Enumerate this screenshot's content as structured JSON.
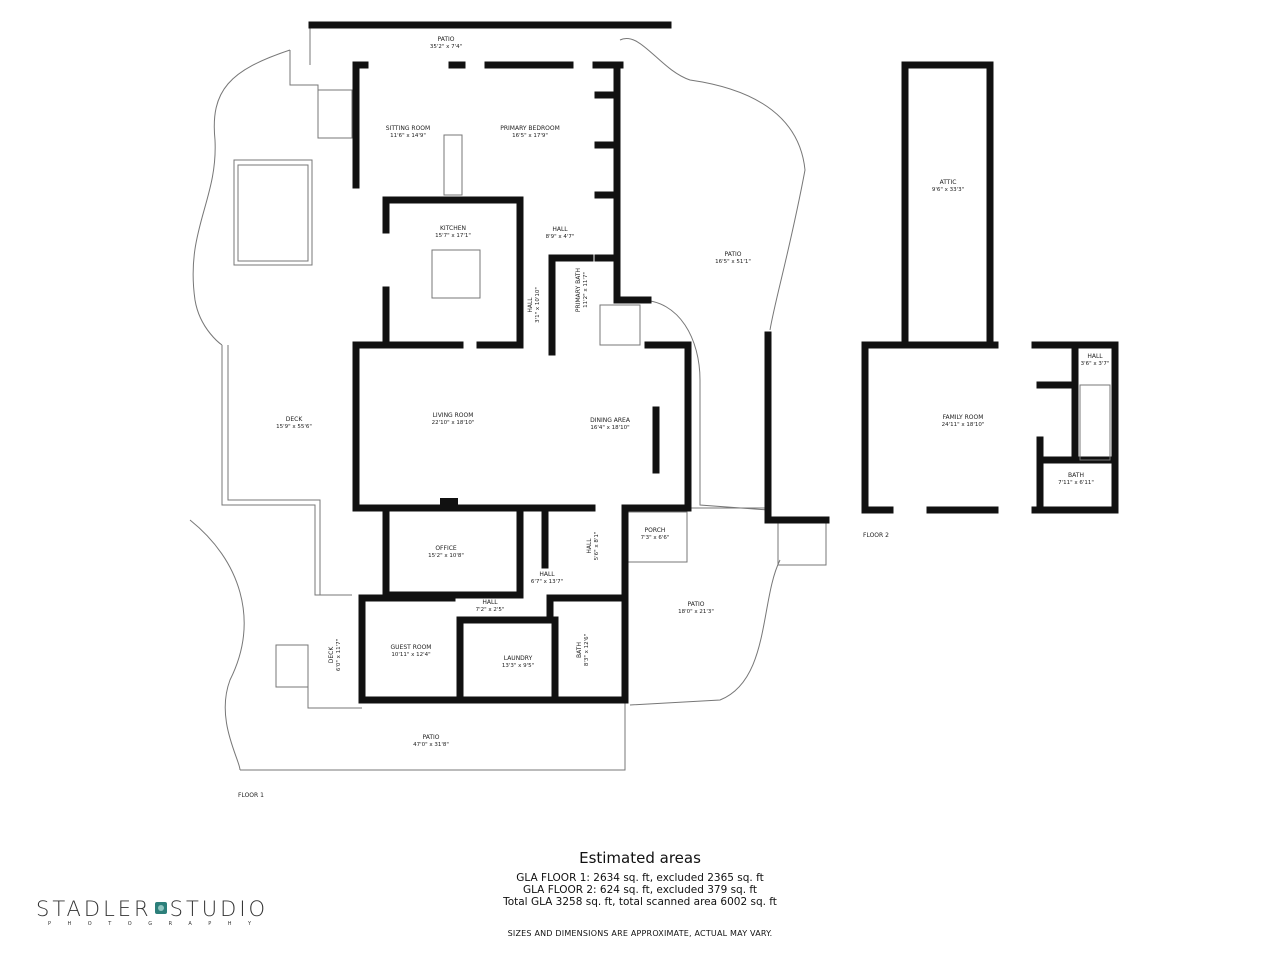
{
  "floor1": {
    "label": "FLOOR 1",
    "rooms": [
      {
        "name": "PATIO",
        "dims": "35'2\" x 7'4\""
      },
      {
        "name": "SITTING ROOM",
        "dims": "11'6\" x 14'9\""
      },
      {
        "name": "PRIMARY BEDROOM",
        "dims": "16'5\" x 17'9\""
      },
      {
        "name": "KITCHEN",
        "dims": "15'7\" x 17'1\""
      },
      {
        "name": "HALL",
        "dims": "8'9\" x 4'7\""
      },
      {
        "name": "HALL",
        "dims": "3'1\" x 10'10\""
      },
      {
        "name": "PRIMARY BATH",
        "dims": "11'2\" x 11'7\""
      },
      {
        "name": "PATIO",
        "dims": "16'5\" x 51'1\""
      },
      {
        "name": "DECK",
        "dims": "15'9\" x 55'6\""
      },
      {
        "name": "LIVING ROOM",
        "dims": "22'10\" x 18'10\""
      },
      {
        "name": "DINING AREA",
        "dims": "16'4\" x 18'10\""
      },
      {
        "name": "OFFICE",
        "dims": "15'2\" x 10'8\""
      },
      {
        "name": "HALL",
        "dims": "5'6\" x 8'1\""
      },
      {
        "name": "PORCH",
        "dims": "7'3\" x 6'6\""
      },
      {
        "name": "HALL",
        "dims": "6'7\" x 13'7\""
      },
      {
        "name": "HALL",
        "dims": "7'2\" x 2'5\""
      },
      {
        "name": "PATIO",
        "dims": "18'0\" x 21'3\""
      },
      {
        "name": "GUEST ROOM",
        "dims": "10'11\" x 12'4\""
      },
      {
        "name": "LAUNDRY",
        "dims": "13'3\" x 9'5\""
      },
      {
        "name": "BATH",
        "dims": "8'3\" x 12'6\""
      },
      {
        "name": "DECK",
        "dims": "6'0\" x 11'7\""
      },
      {
        "name": "PATIO",
        "dims": "47'0\" x 31'8\""
      }
    ]
  },
  "floor2": {
    "label": "FLOOR 2",
    "rooms": [
      {
        "name": "ATTIC",
        "dims": "9'6\" x 33'3\""
      },
      {
        "name": "HALL",
        "dims": "3'6\" x 3'7\""
      },
      {
        "name": "FAMILY ROOM",
        "dims": "24'11\" x 18'10\""
      },
      {
        "name": "BATH",
        "dims": "7'11\" x 6'11\""
      }
    ]
  },
  "summary": {
    "title": "Estimated areas",
    "lines": [
      "GLA FLOOR 1: 2634 sq. ft, excluded 2365 sq. ft",
      "GLA FLOOR 2: 624 sq. ft, excluded 379 sq. ft",
      "Total GLA 3258 sq. ft, total scanned area 6002 sq. ft"
    ],
    "disclaimer": "SIZES AND DIMENSIONS ARE APPROXIMATE, ACTUAL MAY VARY."
  },
  "logo": {
    "name_left": "STADLER",
    "name_right": "STUDIO",
    "sub": "PHOTOGRAPHY",
    "accent": "#2c7f7a"
  }
}
